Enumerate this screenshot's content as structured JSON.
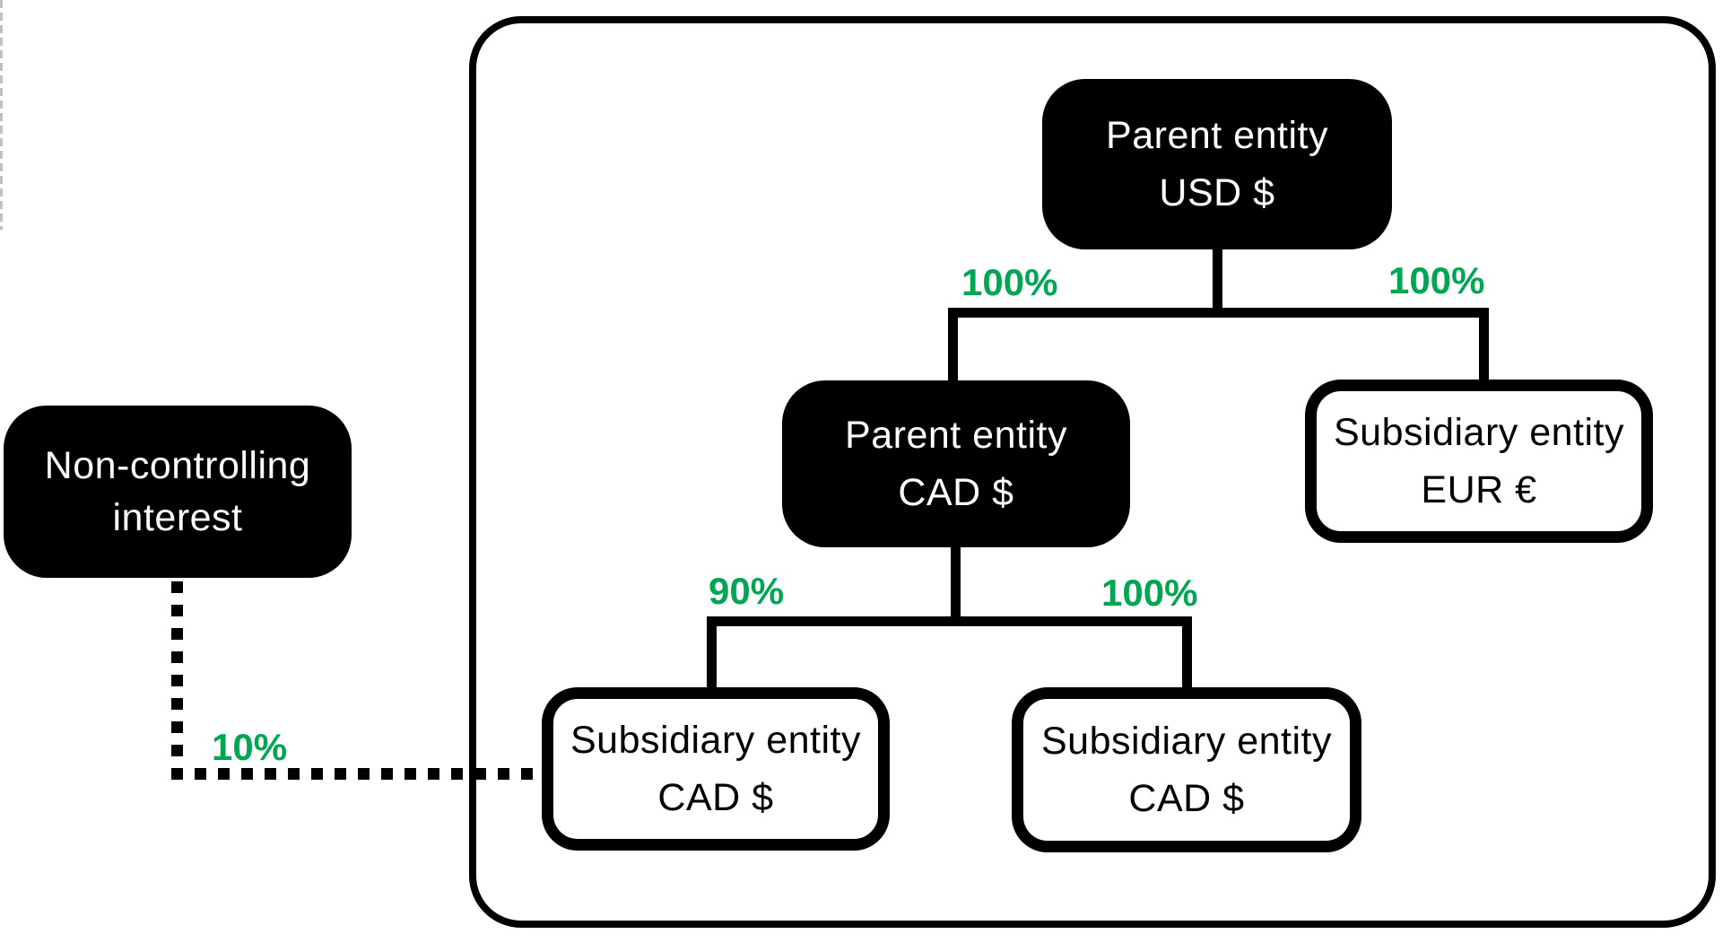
{
  "diagram": {
    "title_hint": "Group structure with functional currencies",
    "colors": {
      "accent_green": "#00a651",
      "node_fill": "#000000",
      "node_text_on_fill": "#ffffff",
      "node_outline": "#000000",
      "background": "#ffffff"
    },
    "nodes": {
      "parent_usd": {
        "line1": "Parent entity",
        "line2": "USD $"
      },
      "parent_cad": {
        "line1": "Parent entity",
        "line2": "CAD $"
      },
      "sub_eur": {
        "line1": "Subsidiary entity",
        "line2": "EUR €"
      },
      "sub_cad_left": {
        "line1": "Subsidiary entity",
        "line2": "CAD $"
      },
      "sub_cad_right": {
        "line1": "Subsidiary entity",
        "line2": "CAD $"
      },
      "nci": {
        "line1": "Non-controlling",
        "line2": "interest"
      }
    },
    "ownership": {
      "usd_to_cad": "100%",
      "usd_to_eur": "100%",
      "cad_to_sub_left": "90%",
      "cad_to_sub_right": "100%",
      "nci_to_sub_left": "10%"
    }
  }
}
